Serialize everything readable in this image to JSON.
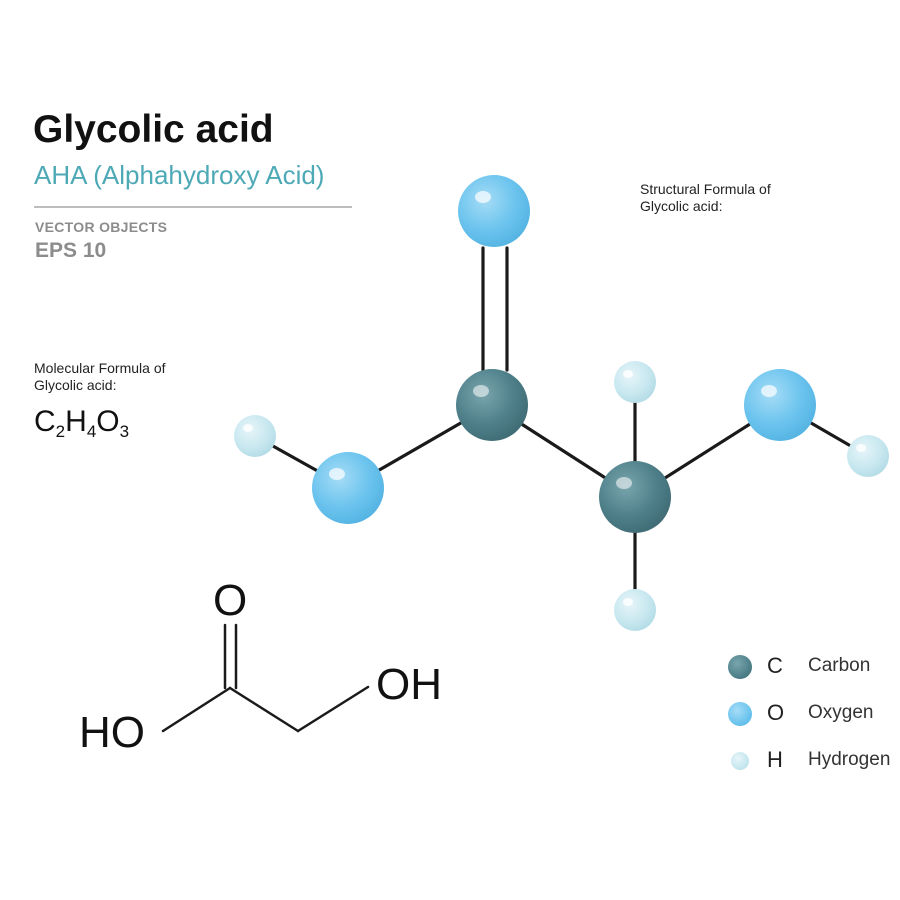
{
  "header": {
    "title": "Glycolic acid",
    "subtitle": "AHA (Alphahydroxy Acid)",
    "vector_label": "VECTOR OBJECTS",
    "eps_label": "EPS 10"
  },
  "structural": {
    "caption_line1": "Structural  Formula of",
    "caption_line2": "Glycolic acid:"
  },
  "molecular": {
    "caption_line1": "Molecular Formula of",
    "caption_line2": "Glycolic acid:",
    "formula": [
      {
        "el": "C",
        "n": "2"
      },
      {
        "el": "H",
        "n": "4"
      },
      {
        "el": "O",
        "n": "3"
      }
    ]
  },
  "skeletal": {
    "o_top": "O",
    "oh_right": "OH",
    "ho_left": "HO"
  },
  "legend": [
    {
      "symbol": "C",
      "name": "Carbon",
      "color": "#4f818b"
    },
    {
      "symbol": "O",
      "name": "Oxygen",
      "color": "#6cc4ee"
    },
    {
      "symbol": "H",
      "name": "Hydrogen",
      "color": "#c7e7ef"
    }
  ],
  "colors": {
    "carbon": "#4f818b",
    "oxygen": "#6cc4ee",
    "hydrogen": "#c7e7ef",
    "accent": "#4ea9b6"
  }
}
